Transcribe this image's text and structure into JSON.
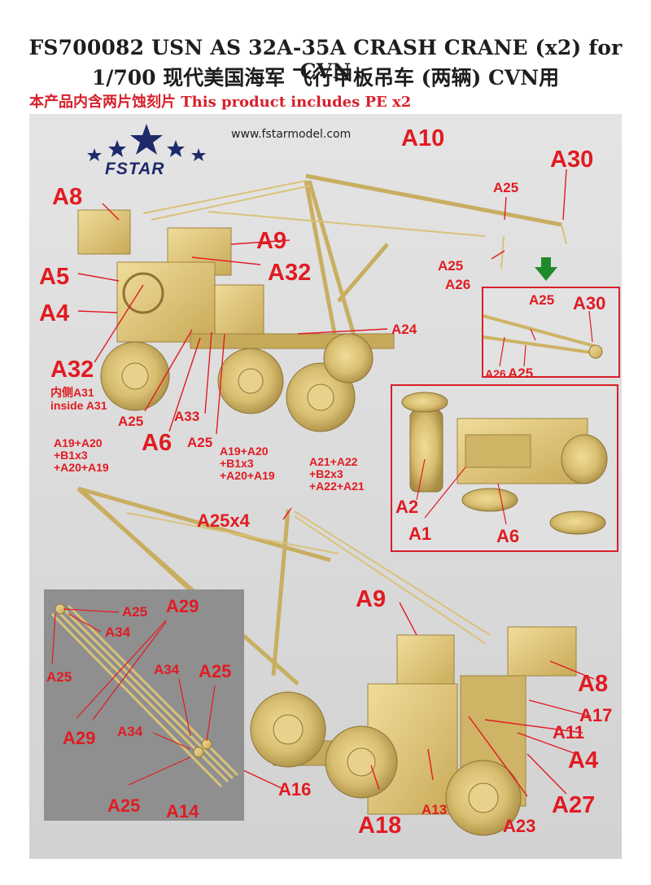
{
  "header": {
    "title_line1": "FS700082 USN AS 32A-35A CRASH CRANE (x2) for CVN",
    "title_line2": "1/700 现代美国海军 飞行甲板吊车 (两辆) CVN用",
    "pe_note": "本产品内含两片蚀刻片 This product includes PE x2"
  },
  "logo": {
    "brand": "FSTAR",
    "url": "www.fstarmodel.com"
  },
  "colors": {
    "label_red": "#e11b22",
    "title_dark": "#1e1e1e",
    "brass": "#d9c27a",
    "logo_navy": "#1f2a6b",
    "inset_border": "#d6202b",
    "arrow_green": "#1f8a2b"
  },
  "labels": {
    "a10": "A10",
    "a30_top": "A30",
    "a25_top": "A25",
    "a8_top": "A8",
    "a9_top": "A9",
    "a32_top": "A32",
    "a5": "A5",
    "a4_top": "A4",
    "a25_mid1": "A25",
    "a26_top": "A26",
    "a24": "A24",
    "a32_left": "A32",
    "a32_note_cn": "内侧A31",
    "a32_note_en": "inside A31",
    "a25_lower1": "A25",
    "a33": "A33",
    "a6_main": "A6",
    "a25_lower2": "A25",
    "wheel_front": "A19+A20\n+B1x3\n+A20+A19",
    "wheel_mid": "A19+A20\n+B1x3\n+A20+A19",
    "wheel_rear": "A21+A22\n+B2x3\n+A22+A21",
    "inset1_a25": "A25",
    "inset1_a30": "A30",
    "inset1_a26": "A26",
    "inset1_a25b": "A25",
    "inset2_a2": "A2",
    "inset2_a1": "A1",
    "inset2_a6": "A6",
    "a25x4": "A25x4",
    "a9_bottom": "A9",
    "a8_bottom": "A8",
    "a17": "A17",
    "a11": "A11",
    "a4_bottom": "A4",
    "a27": "A27",
    "a23": "A23",
    "a13": "A13",
    "a18": "A18",
    "a16": "A16",
    "a14": "A14",
    "inset3_a25a": "A25",
    "inset3_a29a": "A29",
    "inset3_a34a": "A34",
    "inset3_a25b": "A25",
    "inset3_a34b": "A34",
    "inset3_a25c": "A25",
    "inset3_a29b": "A29",
    "inset3_a34c": "A34",
    "inset3_a25d": "A25"
  }
}
